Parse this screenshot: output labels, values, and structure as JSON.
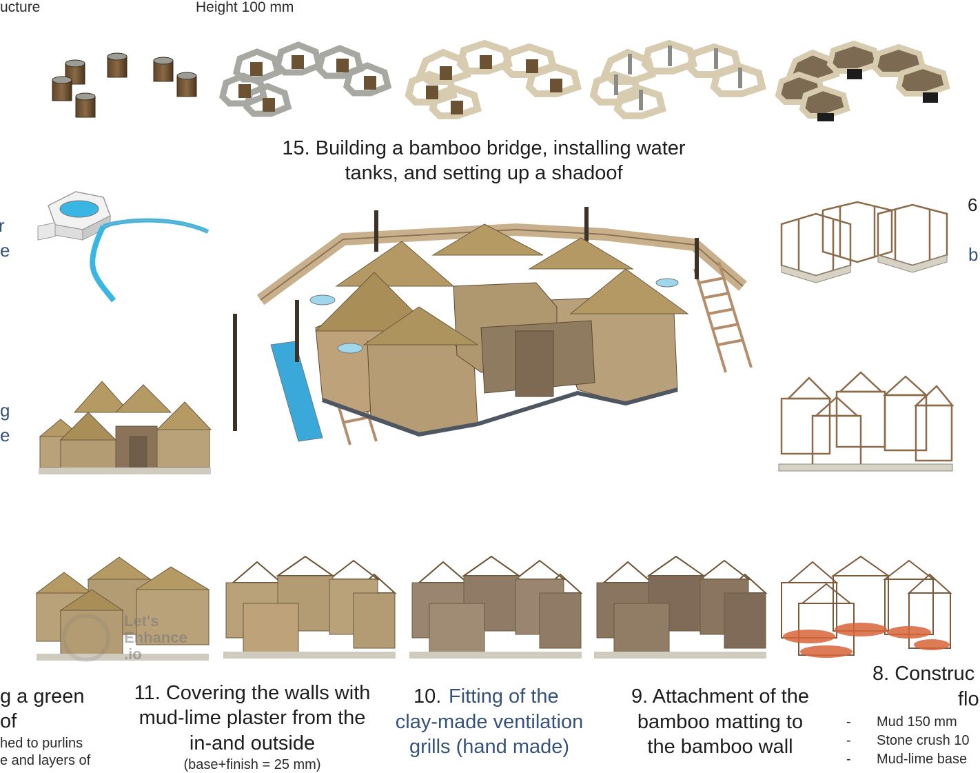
{
  "top": {
    "structure_cut": "ucture",
    "height_label": "Height 100 mm"
  },
  "step15": {
    "line1": "15. Building a bamboo bridge, installing water",
    "line2": "tanks, and setting up a shadoof"
  },
  "left_edge": {
    "r": "r",
    "e1": "e",
    "g": "g",
    "e2": "e"
  },
  "right_edge": {
    "six": "6",
    "b": "b"
  },
  "bottom": {
    "green": {
      "line1": "g a green",
      "line2": "of",
      "line3": "hed to purlins",
      "line4": "e and layers of"
    },
    "step11": {
      "line1": "11. Covering the walls with",
      "line2": "mud-lime plaster from the",
      "line3": "in-and outside",
      "line4": "(base+finish = 25 mm)"
    },
    "step10": {
      "num": "10.",
      "line1": "Fitting of the",
      "line2": "clay-made ventilation",
      "line3": "grills (hand made)"
    },
    "step9": {
      "line1": "9. Attachment of the",
      "line2": "bamboo matting to",
      "line3": "the bamboo wall"
    },
    "step8": {
      "line1": "8. Construc",
      "line2": "flo",
      "items": [
        "Mud 150 mm",
        "Stone crush 10",
        "Mud-lime base"
      ],
      "dash": "-"
    }
  },
  "watermark": {
    "line1": "Let's",
    "line2": "Enhance",
    "line3": ".io"
  },
  "colors": {
    "thatch": "#b59a63",
    "wall": "#b9a27a",
    "bamboo": "#d8c7a8",
    "post": "#6a5232",
    "water": "#39b6e3",
    "floor_orange": "#d9643a"
  }
}
